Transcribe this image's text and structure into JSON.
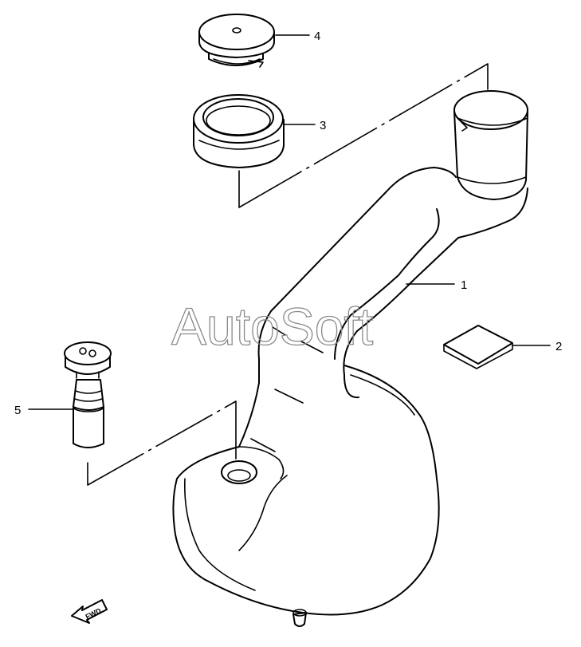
{
  "watermark": "AutoSoft",
  "fwd_label": "FWD",
  "callouts": [
    {
      "id": "1",
      "label": "1"
    },
    {
      "id": "2",
      "label": "2"
    },
    {
      "id": "3",
      "label": "3"
    },
    {
      "id": "4",
      "label": "4"
    },
    {
      "id": "5",
      "label": "5"
    }
  ]
}
